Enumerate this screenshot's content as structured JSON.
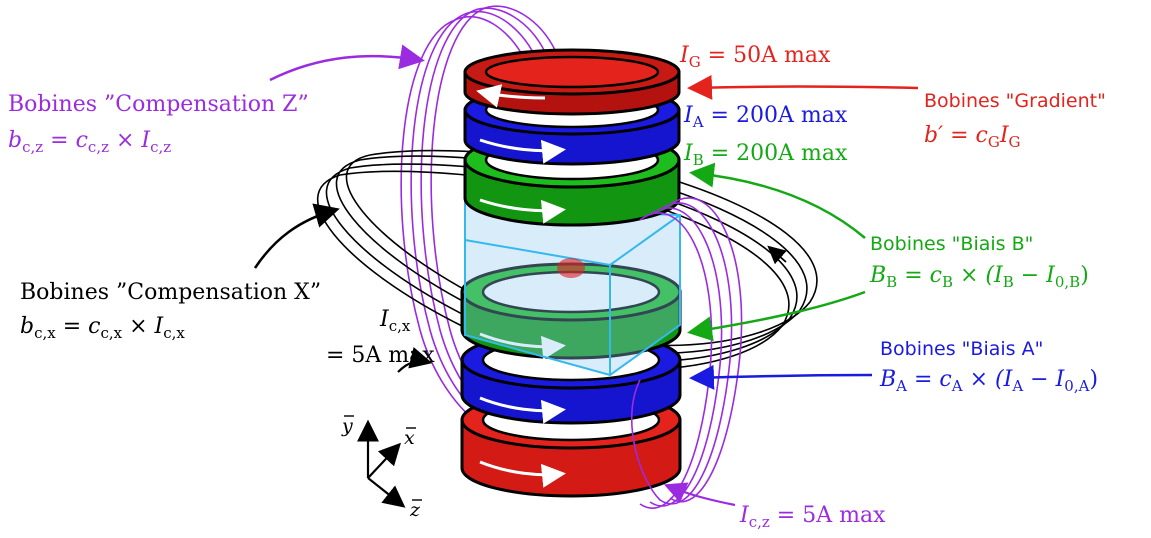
{
  "colors": {
    "red": "#e3231c",
    "red_dark": "#b3120e",
    "blue": "#1a1ae0",
    "blue_dark": "#0d0d9a",
    "green": "#14a814",
    "green_dark": "#0c6e0c",
    "purple": "#9b2be0",
    "black": "#000000",
    "cyan": "#35b9ec"
  },
  "labels": {
    "ig": {
      "var": "I",
      "sub": "G",
      "rest": " = 50A max"
    },
    "ia": {
      "var": "I",
      "sub": "A",
      "rest": " = 200A max"
    },
    "ib": {
      "var": "I",
      "sub": "B",
      "rest": " = 200A max"
    },
    "gradient_title": "Bobines \"Gradient\"",
    "gradient_formula": {
      "lhs": "b′ = c",
      "sub1": "G",
      "mid": "I",
      "sub2": "G"
    },
    "compz_title": "Bobines ”Compensation Z”",
    "compz_formula": {
      "b": "b",
      "sub_b": "c,z",
      "eq": " = c",
      "sub_c": "c,z",
      "times": " × I",
      "sub_i": "c,z"
    },
    "compx_title": "Bobines ”Compensation X”",
    "compx_formula": {
      "b": "b",
      "sub_b": "c,x",
      "eq": " = c",
      "sub_c": "c,x",
      "times": " × I",
      "sub_i": "c,x"
    },
    "icx_top": {
      "var": "I",
      "sub": "c,x"
    },
    "icx_bottom": "= 5A max",
    "biaisb_title": "Bobines \"Biais B\"",
    "biaisb_formula": {
      "lhs": "B",
      "sub_l": "B",
      "eq": " = c",
      "sub_c": "B",
      "times": " × (I",
      "sub_i": "B",
      "minus": " − I",
      "sub_0": "0,B",
      "close": ")"
    },
    "biaisa_title": "Bobines \"Biais A\"",
    "biaisa_formula": {
      "lhs": "B",
      "sub_l": "A",
      "eq": " = c",
      "sub_c": "A",
      "times": " × (I",
      "sub_i": "A",
      "minus": " − I",
      "sub_0": "0,A",
      "close": ")"
    },
    "icz": {
      "var": "I",
      "sub": "c,z",
      "rest": " = 5A max"
    },
    "axis_y": "y",
    "axis_x": "x",
    "axis_z": "z"
  }
}
